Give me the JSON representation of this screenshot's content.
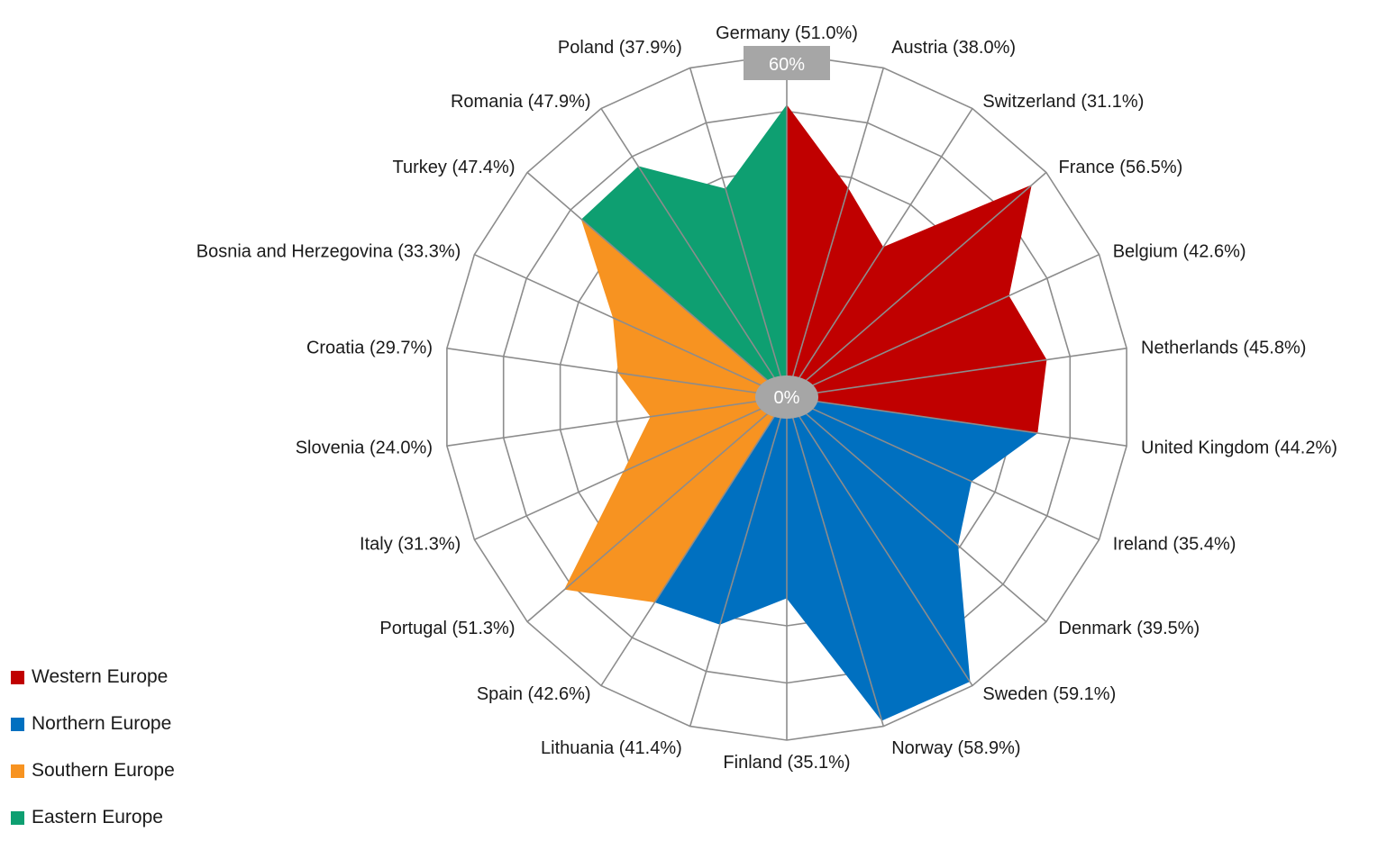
{
  "chart_data": {
    "type": "radar",
    "categories": [
      {
        "label": "Germany (51.0%)",
        "value": 51.0,
        "group": 0
      },
      {
        "label": "Austria (38.0%)",
        "value": 38.0,
        "group": 0
      },
      {
        "label": "Switzerland (31.1%)",
        "value": 31.1,
        "group": 0
      },
      {
        "label": "France (56.5%)",
        "value": 56.5,
        "group": 0
      },
      {
        "label": "Belgium (42.6%)",
        "value": 42.6,
        "group": 0
      },
      {
        "label": "Netherlands (45.8%)",
        "value": 45.8,
        "group": 0
      },
      {
        "label": "United Kingdom (44.2%)",
        "value": 44.2,
        "group": 1
      },
      {
        "label": "Ireland (35.4%)",
        "value": 35.4,
        "group": 1
      },
      {
        "label": "Denmark (39.5%)",
        "value": 39.5,
        "group": 1
      },
      {
        "label": "Sweden (59.1%)",
        "value": 59.1,
        "group": 1
      },
      {
        "label": "Norway (58.9%)",
        "value": 58.9,
        "group": 1
      },
      {
        "label": "Finland (35.1%)",
        "value": 35.1,
        "group": 1
      },
      {
        "label": "Lithuania (41.4%)",
        "value": 41.4,
        "group": 1
      },
      {
        "label": "Spain (42.6%)",
        "value": 42.6,
        "group": 2
      },
      {
        "label": "Portugal (51.3%)",
        "value": 51.3,
        "group": 2
      },
      {
        "label": "Italy (31.3%)",
        "value": 31.3,
        "group": 2
      },
      {
        "label": "Slovenia (24.0%)",
        "value": 24.0,
        "group": 2
      },
      {
        "label": "Croatia (29.7%)",
        "value": 29.7,
        "group": 2
      },
      {
        "label": "Bosnia and Herzegovina (33.3%)",
        "value": 33.3,
        "group": 2
      },
      {
        "label": "Turkey (47.4%)",
        "value": 47.4,
        "group": 3
      },
      {
        "label": "Romania (47.9%)",
        "value": 47.9,
        "group": 3
      },
      {
        "label": "Poland (37.9%)",
        "value": 37.9,
        "group": 3
      }
    ],
    "series": [
      {
        "name": "Western Europe",
        "color": "#C00000"
      },
      {
        "name": "Northern Europe",
        "color": "#0070C0"
      },
      {
        "name": "Southern Europe",
        "color": "#F79321"
      },
      {
        "name": "Eastern Europe",
        "color": "#0E9F71"
      }
    ],
    "radial_range": [
      0,
      60
    ],
    "tick_labels": {
      "min": "0%",
      "max": "60%"
    },
    "grid_rings": 6,
    "grid": true,
    "grid_color": "#8c8c8c",
    "tick_badge_color": "#a6a6a6",
    "legend_position": "bottom-left"
  }
}
